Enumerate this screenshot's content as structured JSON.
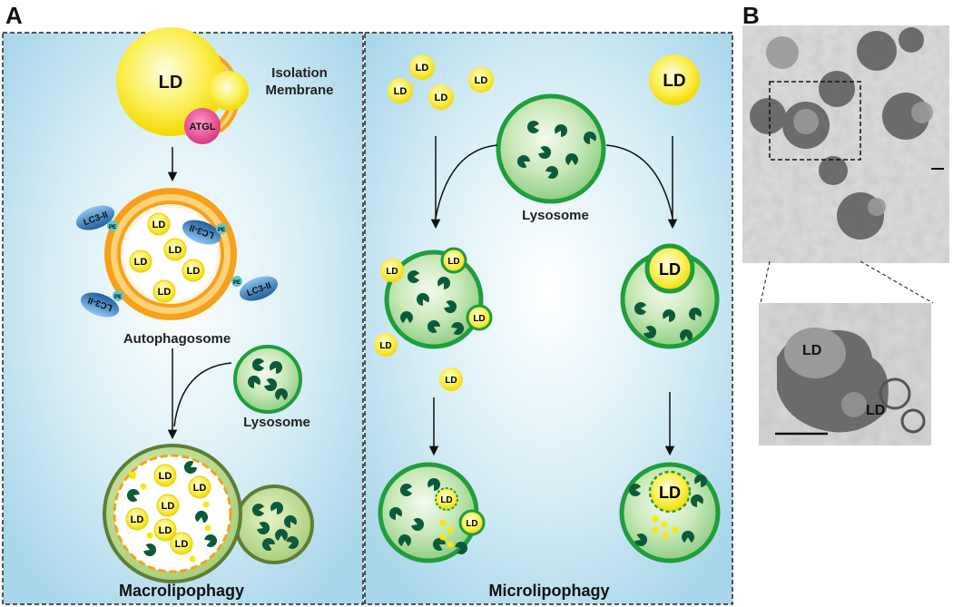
{
  "panels": {
    "a": "A",
    "b": "B"
  },
  "macro": {
    "ld": "LD",
    "atgl": "ATGL",
    "isolation_1": "Isolation",
    "isolation_2": "Membrane",
    "lc3": "LC3-II",
    "pe": "PE",
    "autophagosome": "Autophagosome",
    "lysosome": "Lysosome",
    "title": "Macrolipophagy"
  },
  "micro": {
    "ld": "LD",
    "lysosome": "Lysosome",
    "title": "Microlipophagy"
  },
  "em": {
    "ld": "LD"
  },
  "colors": {
    "panel_bg": "#c9e7f2",
    "ld_yellow": "#f7ea00",
    "lysosome_green": "#1f9e3c",
    "dark_green": "#0d5a3a",
    "orange": "#f7a11a",
    "atgl_pink": "#e8549a",
    "lc3_blue": "#2f78bd"
  }
}
